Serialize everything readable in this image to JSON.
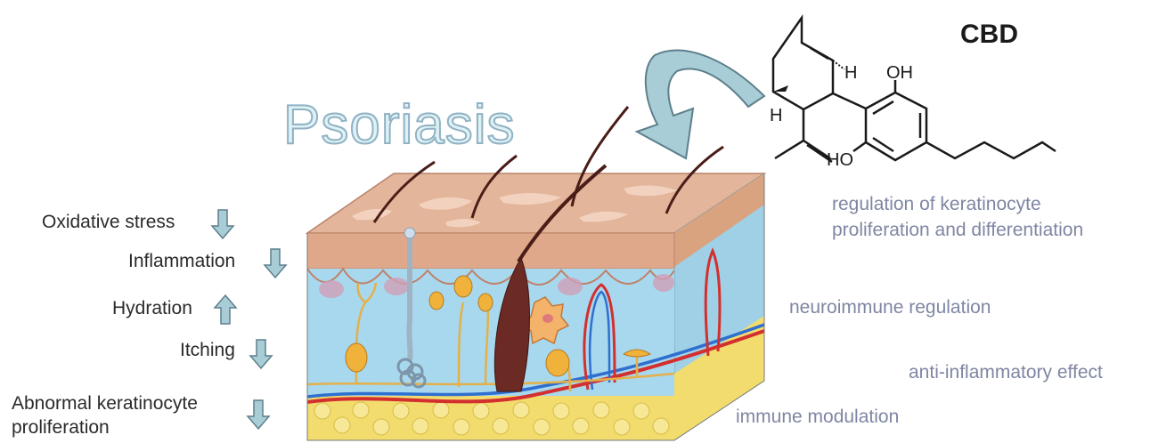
{
  "title": "Psoriasis",
  "molecule": {
    "name": "CBD",
    "atoms": {
      "h1": "H",
      "h2": "H",
      "oh": "OH",
      "ho": "HO"
    }
  },
  "effects": [
    {
      "label": "Oxidative stress",
      "direction": "down"
    },
    {
      "label": "Inflammation",
      "direction": "down"
    },
    {
      "label": "Hydration",
      "direction": "up"
    },
    {
      "label": "Itching",
      "direction": "down"
    },
    {
      "label": "Abnormal keratinocyte",
      "label2": "proliferation",
      "direction": "down"
    }
  ],
  "mechanisms": [
    {
      "line1": "regulation of keratinocyte",
      "line2": "proliferation and differentiation"
    },
    {
      "line1": "neuroimmune regulation"
    },
    {
      "line1": "anti-inflammatory effect"
    },
    {
      "line1": "immune modulation"
    }
  ],
  "colors": {
    "title_fill": "#dff1f4",
    "title_stroke": "#8fb2c4",
    "mechanism_text": "#7f86a3",
    "arrow_fill": "#a9cdd6",
    "arrow_stroke": "#5d7f8c",
    "skin_epidermis": "#d9a37f",
    "dermis": "#a8d8ee",
    "fat": "#f2dc6e"
  }
}
